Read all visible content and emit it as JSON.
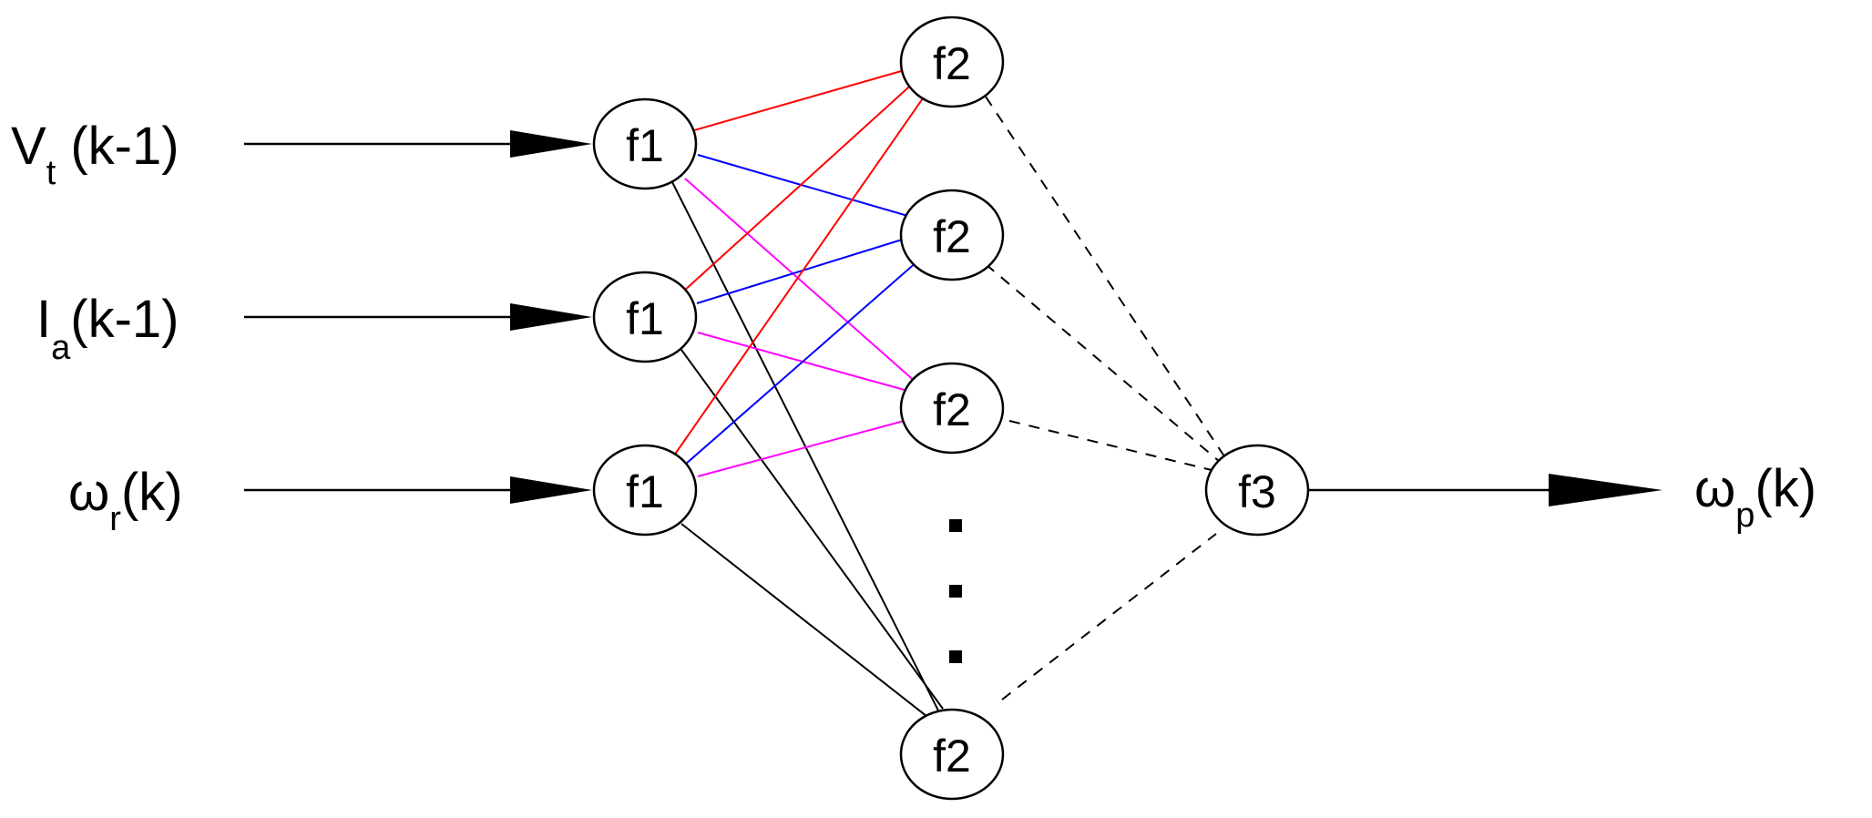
{
  "inputs": [
    {
      "main": "V",
      "sub": "t",
      "rest": " (k-1)"
    },
    {
      "main": "I",
      "sub": "a",
      "rest": "(k-1)"
    },
    {
      "main": "ω",
      "sub": "r",
      "rest": "(k)"
    }
  ],
  "output": {
    "main": "ω",
    "sub": "p",
    "rest": "(k)"
  },
  "layer1_label": "f1",
  "layer2_label": "f2",
  "layer3_label": "f3",
  "edge_colors": {
    "red": "#ff0000",
    "blue": "#0000ff",
    "magenta": "#ff00ff",
    "black": "#000000"
  }
}
